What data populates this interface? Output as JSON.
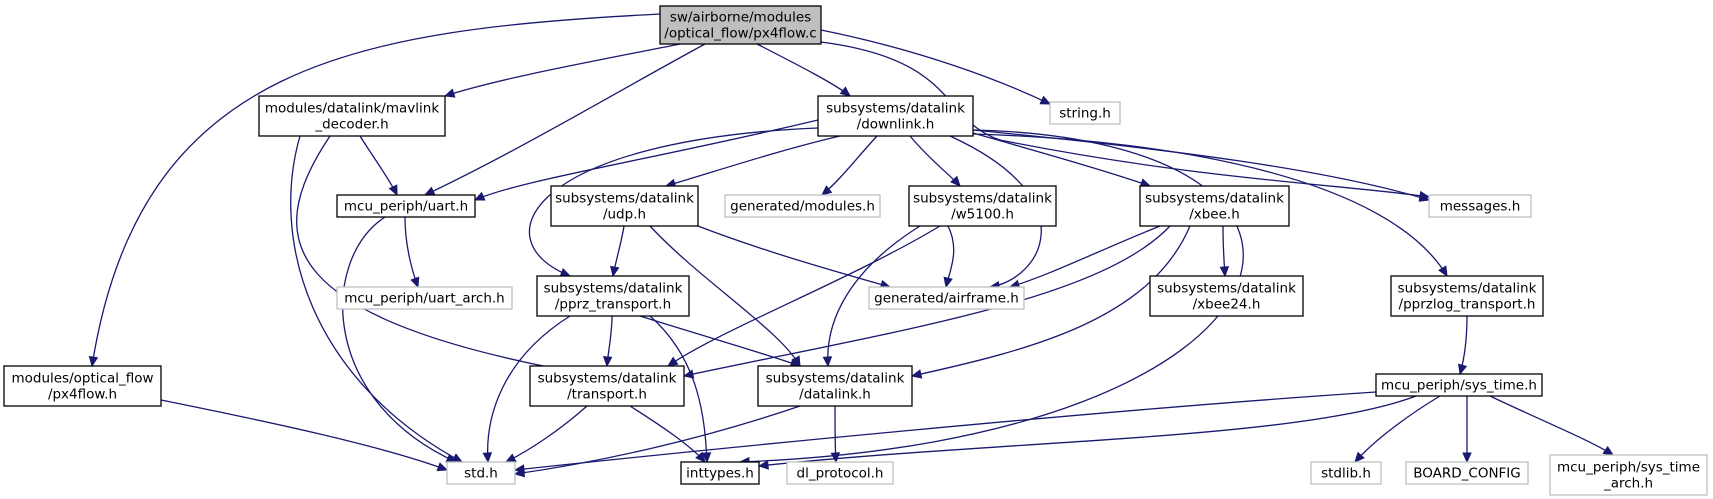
{
  "graph": {
    "colors": {
      "edge": "#191970",
      "node_border": "#000000",
      "external_border": "#bfbfbf",
      "root_fill": "#bfbfbf"
    },
    "nodes": [
      {
        "id": "px4flow_c",
        "lines": [
          "sw/airborne/modules",
          "/optical_flow/px4flow.c"
        ],
        "kind": "root"
      },
      {
        "id": "mavlink_decoder_h",
        "lines": [
          "modules/datalink/mavlink",
          "_decoder.h"
        ],
        "kind": "solid"
      },
      {
        "id": "downlink_h",
        "lines": [
          "subsystems/datalink",
          "/downlink.h"
        ],
        "kind": "solid"
      },
      {
        "id": "string_h",
        "lines": [
          "string.h"
        ],
        "kind": "ghost"
      },
      {
        "id": "uart_h",
        "lines": [
          "mcu_periph/uart.h"
        ],
        "kind": "solid"
      },
      {
        "id": "udp_h",
        "lines": [
          "subsystems/datalink",
          "/udp.h"
        ],
        "kind": "solid"
      },
      {
        "id": "generated_modules_h",
        "lines": [
          "generated/modules.h"
        ],
        "kind": "ghost"
      },
      {
        "id": "w5100_h",
        "lines": [
          "subsystems/datalink",
          "/w5100.h"
        ],
        "kind": "solid"
      },
      {
        "id": "xbee_h",
        "lines": [
          "subsystems/datalink",
          "/xbee.h"
        ],
        "kind": "solid"
      },
      {
        "id": "messages_h",
        "lines": [
          "messages.h"
        ],
        "kind": "ghost"
      },
      {
        "id": "uart_arch_h",
        "lines": [
          "mcu_periph/uart_arch.h"
        ],
        "kind": "ghost"
      },
      {
        "id": "pprz_transport_h",
        "lines": [
          "subsystems/datalink",
          "/pprz_transport.h"
        ],
        "kind": "solid"
      },
      {
        "id": "generated_airframe_h",
        "lines": [
          "generated/airframe.h"
        ],
        "kind": "ghost"
      },
      {
        "id": "xbee24_h",
        "lines": [
          "subsystems/datalink",
          "/xbee24.h"
        ],
        "kind": "solid"
      },
      {
        "id": "pprzlog_transport_h",
        "lines": [
          "subsystems/datalink",
          "/pprzlog_transport.h"
        ],
        "kind": "solid"
      },
      {
        "id": "px4flow_h",
        "lines": [
          "modules/optical_flow",
          "/px4flow.h"
        ],
        "kind": "solid"
      },
      {
        "id": "transport_h",
        "lines": [
          "subsystems/datalink",
          "/transport.h"
        ],
        "kind": "solid"
      },
      {
        "id": "datalink_h",
        "lines": [
          "subsystems/datalink",
          "/datalink.h"
        ],
        "kind": "solid"
      },
      {
        "id": "sys_time_h",
        "lines": [
          "mcu_periph/sys_time.h"
        ],
        "kind": "solid"
      },
      {
        "id": "std_h",
        "lines": [
          "std.h"
        ],
        "kind": "ghost"
      },
      {
        "id": "inttypes_h",
        "lines": [
          "inttypes.h"
        ],
        "kind": "solid"
      },
      {
        "id": "dl_protocol_h",
        "lines": [
          "dl_protocol.h"
        ],
        "kind": "ghost"
      },
      {
        "id": "stdlib_h",
        "lines": [
          "stdlib.h"
        ],
        "kind": "ghost"
      },
      {
        "id": "board_config",
        "lines": [
          "BOARD_CONFIG"
        ],
        "kind": "ghost"
      },
      {
        "id": "sys_time_arch_h",
        "lines": [
          "mcu_periph/sys_time",
          "_arch.h"
        ],
        "kind": "ghost"
      }
    ],
    "edges": [
      [
        "px4flow_c",
        "px4flow_h"
      ],
      [
        "px4flow_c",
        "mavlink_decoder_h"
      ],
      [
        "px4flow_c",
        "uart_h"
      ],
      [
        "px4flow_c",
        "downlink_h"
      ],
      [
        "px4flow_c",
        "string_h"
      ],
      [
        "px4flow_c",
        "messages_h"
      ],
      [
        "mavlink_decoder_h",
        "uart_h"
      ],
      [
        "mavlink_decoder_h",
        "transport_h"
      ],
      [
        "mavlink_decoder_h",
        "std_h"
      ],
      [
        "downlink_h",
        "uart_h"
      ],
      [
        "downlink_h",
        "udp_h"
      ],
      [
        "downlink_h",
        "generated_modules_h"
      ],
      [
        "downlink_h",
        "w5100_h"
      ],
      [
        "downlink_h",
        "xbee_h"
      ],
      [
        "downlink_h",
        "messages_h"
      ],
      [
        "downlink_h",
        "pprz_transport_h"
      ],
      [
        "downlink_h",
        "generated_airframe_h"
      ],
      [
        "downlink_h",
        "pprzlog_transport_h"
      ],
      [
        "downlink_h",
        "inttypes_h"
      ],
      [
        "uart_h",
        "uart_arch_h"
      ],
      [
        "uart_h",
        "std_h"
      ],
      [
        "udp_h",
        "pprz_transport_h"
      ],
      [
        "udp_h",
        "generated_airframe_h"
      ],
      [
        "udp_h",
        "datalink_h"
      ],
      [
        "w5100_h",
        "generated_airframe_h"
      ],
      [
        "w5100_h",
        "transport_h"
      ],
      [
        "w5100_h",
        "datalink_h"
      ],
      [
        "xbee_h",
        "generated_airframe_h"
      ],
      [
        "xbee_h",
        "xbee24_h"
      ],
      [
        "xbee_h",
        "transport_h"
      ],
      [
        "xbee_h",
        "datalink_h"
      ],
      [
        "pprz_transport_h",
        "transport_h"
      ],
      [
        "pprz_transport_h",
        "datalink_h"
      ],
      [
        "pprz_transport_h",
        "std_h"
      ],
      [
        "pprz_transport_h",
        "inttypes_h"
      ],
      [
        "pprzlog_transport_h",
        "sys_time_h"
      ],
      [
        "px4flow_h",
        "std_h"
      ],
      [
        "transport_h",
        "std_h"
      ],
      [
        "transport_h",
        "inttypes_h"
      ],
      [
        "datalink_h",
        "std_h"
      ],
      [
        "datalink_h",
        "dl_protocol_h"
      ],
      [
        "sys_time_h",
        "std_h"
      ],
      [
        "sys_time_h",
        "inttypes_h"
      ],
      [
        "sys_time_h",
        "stdlib_h"
      ],
      [
        "sys_time_h",
        "board_config"
      ],
      [
        "sys_time_h",
        "sys_time_arch_h"
      ]
    ]
  }
}
